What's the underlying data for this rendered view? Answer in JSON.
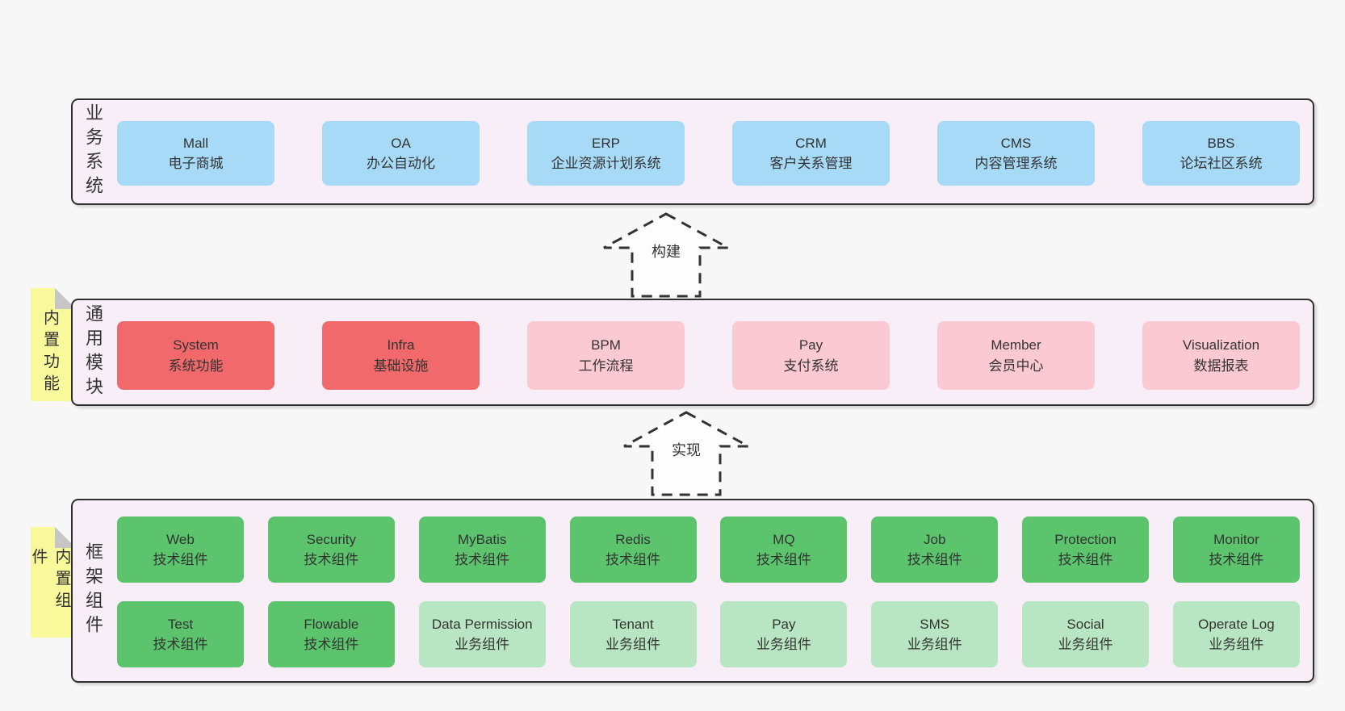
{
  "colors": {
    "background": "#f7f7f7",
    "container_fill": "#f8eef7",
    "container_border": "#2f2f2f",
    "note_yellow": "#f9f89b",
    "note_fold_gray": "#c6c6c6",
    "box_blue": "#a7daf6",
    "box_red": "#f1696a",
    "box_pink": "#fbc9d2",
    "box_green": "#5cc46d",
    "box_light_green": "#b8e6c2",
    "text": "#333333"
  },
  "arrows": {
    "build": "构建",
    "implement": "实现"
  },
  "layers": {
    "business": {
      "label": "业务系统",
      "boxes": [
        {
          "title": "Mall",
          "subtitle": "电子商城"
        },
        {
          "title": "OA",
          "subtitle": "办公自动化"
        },
        {
          "title": "ERP",
          "subtitle": "企业资源计划系统"
        },
        {
          "title": "CRM",
          "subtitle": "客户关系管理"
        },
        {
          "title": "CMS",
          "subtitle": "内容管理系统"
        },
        {
          "title": "BBS",
          "subtitle": "论坛社区系统"
        }
      ]
    },
    "modules": {
      "label": "通用模块",
      "tab": "内置功能",
      "boxes": [
        {
          "title": "System",
          "subtitle": "系统功能"
        },
        {
          "title": "Infra",
          "subtitle": "基础设施"
        },
        {
          "title": "BPM",
          "subtitle": "工作流程"
        },
        {
          "title": "Pay",
          "subtitle": "支付系统"
        },
        {
          "title": "Member",
          "subtitle": "会员中心"
        },
        {
          "title": "Visualization",
          "subtitle": "数据报表"
        }
      ]
    },
    "framework": {
      "label": "框架组件",
      "tab": "内置组件",
      "row1": [
        {
          "title": "Web",
          "subtitle": "技术组件"
        },
        {
          "title": "Security",
          "subtitle": "技术组件"
        },
        {
          "title": "MyBatis",
          "subtitle": "技术组件"
        },
        {
          "title": "Redis",
          "subtitle": "技术组件"
        },
        {
          "title": "MQ",
          "subtitle": "技术组件"
        },
        {
          "title": "Job",
          "subtitle": "技术组件"
        },
        {
          "title": "Protection",
          "subtitle": "技术组件"
        },
        {
          "title": "Monitor",
          "subtitle": "技术组件"
        }
      ],
      "row2": [
        {
          "title": "Test",
          "subtitle": "技术组件"
        },
        {
          "title": "Flowable",
          "subtitle": "技术组件"
        },
        {
          "title": "Data Permission",
          "subtitle": "业务组件"
        },
        {
          "title": "Tenant",
          "subtitle": "业务组件"
        },
        {
          "title": "Pay",
          "subtitle": "业务组件"
        },
        {
          "title": "SMS",
          "subtitle": "业务组件"
        },
        {
          "title": "Social",
          "subtitle": "业务组件"
        },
        {
          "title": "Operate Log",
          "subtitle": "业务组件"
        }
      ]
    }
  }
}
